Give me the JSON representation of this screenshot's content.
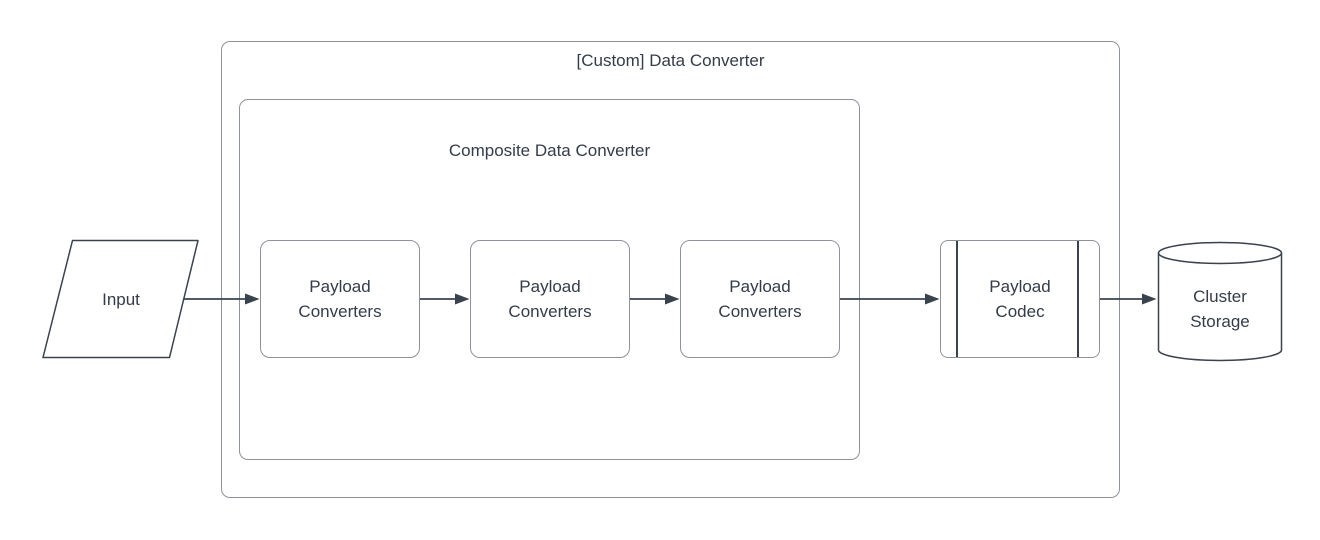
{
  "diagram": {
    "outer_container": {
      "title": "[Custom] Data Converter"
    },
    "inner_container": {
      "title": "Composite Data Converter"
    },
    "nodes": {
      "input": "Input",
      "payload_converters": [
        "Payload Converters",
        "Payload Converters",
        "Payload Converters"
      ],
      "payload_codec": "Payload Codec",
      "cluster_storage": "Cluster Storage"
    },
    "colors": {
      "container-border": "#8e939a",
      "shape-border": "#8e939a",
      "stroke-dark": "#3a424e",
      "text": "#343c49",
      "background": "#ffffff"
    }
  }
}
